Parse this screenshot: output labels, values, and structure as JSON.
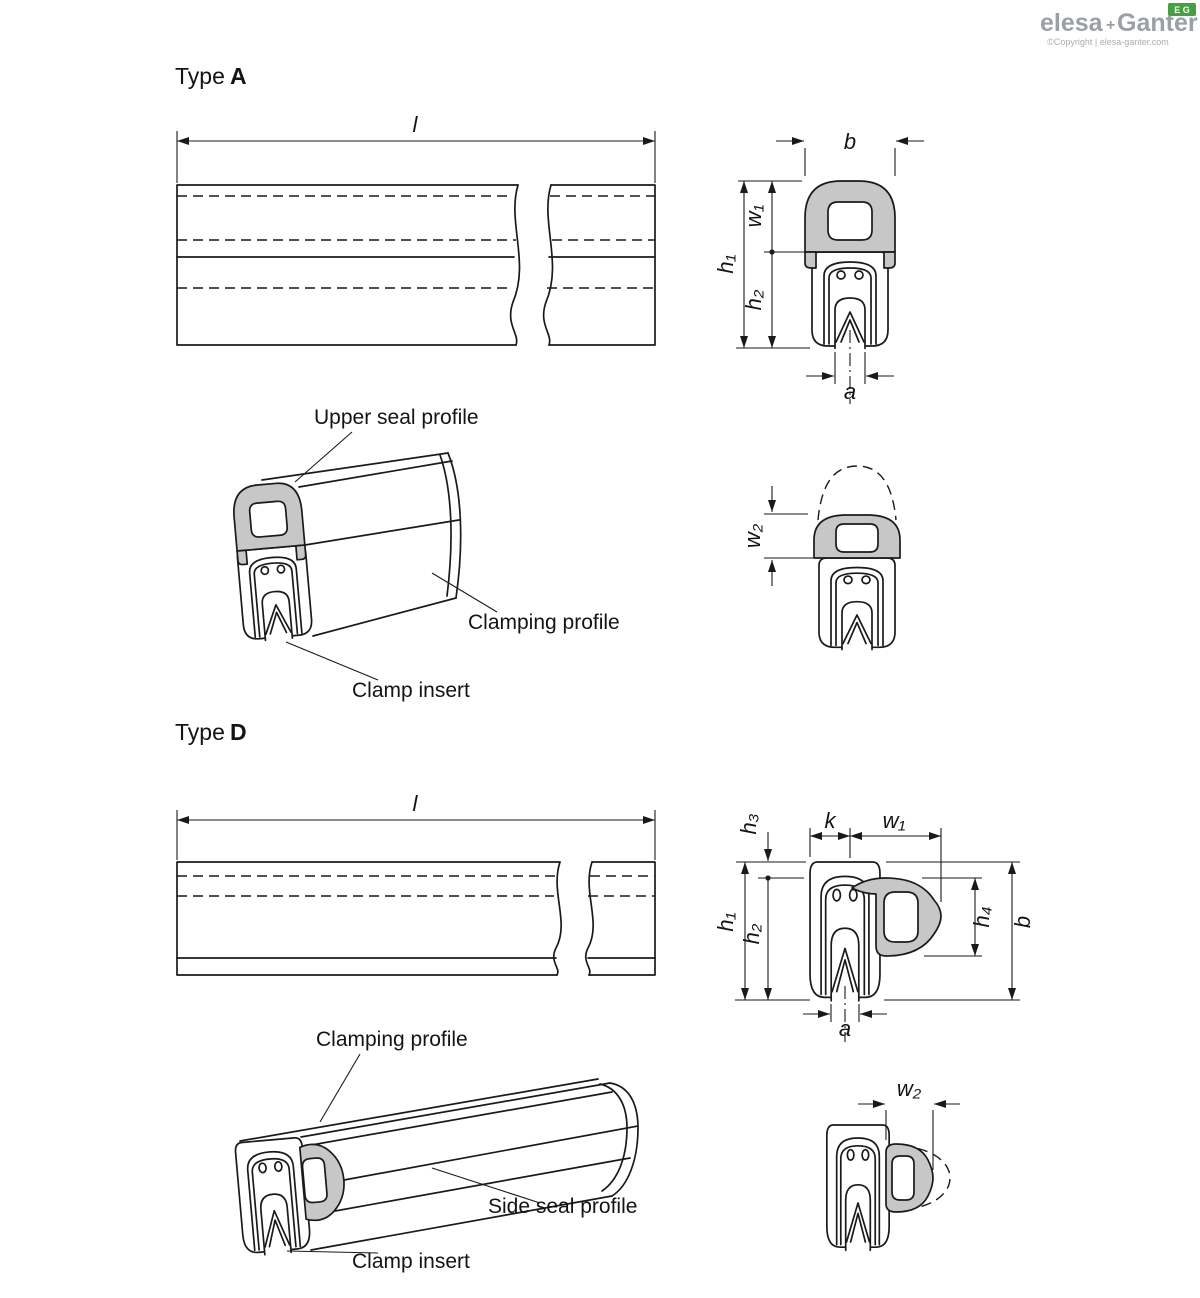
{
  "logo": {
    "elesa": "elesa",
    "plus": "+",
    "ganter": "Ganter",
    "copyright": "©Copyright | elesa-ganter.com",
    "badge": "E G"
  },
  "type_a": {
    "title_word": "Type",
    "title_letter": "A",
    "dim_l": "l",
    "dim_b": "b",
    "dim_w1": "w₁",
    "dim_h1": "h₁",
    "dim_h2": "h₂",
    "dim_a": "a",
    "dim_w2": "w₂",
    "label_upper_seal": "Upper seal profile",
    "label_clamping": "Clamping profile",
    "label_clamp_insert": "Clamp insert"
  },
  "type_d": {
    "title_word": "Type",
    "title_letter": "D",
    "dim_l": "l",
    "dim_h3": "h₃",
    "dim_k": "k",
    "dim_w1": "w₁",
    "dim_h1": "h₁",
    "dim_h2": "h₂",
    "dim_h4": "h₄",
    "dim_b": "b",
    "dim_a": "a",
    "dim_w2": "w₂",
    "label_clamping": "Clamping profile",
    "label_side_seal": "Side seal profile",
    "label_clamp_insert": "Clamp insert"
  },
  "colors": {
    "line": "#1a1a1a",
    "seal_gray": "#c7c7c7",
    "logo_gray": "#9ba0a4",
    "badge_green": "#44a13f"
  }
}
